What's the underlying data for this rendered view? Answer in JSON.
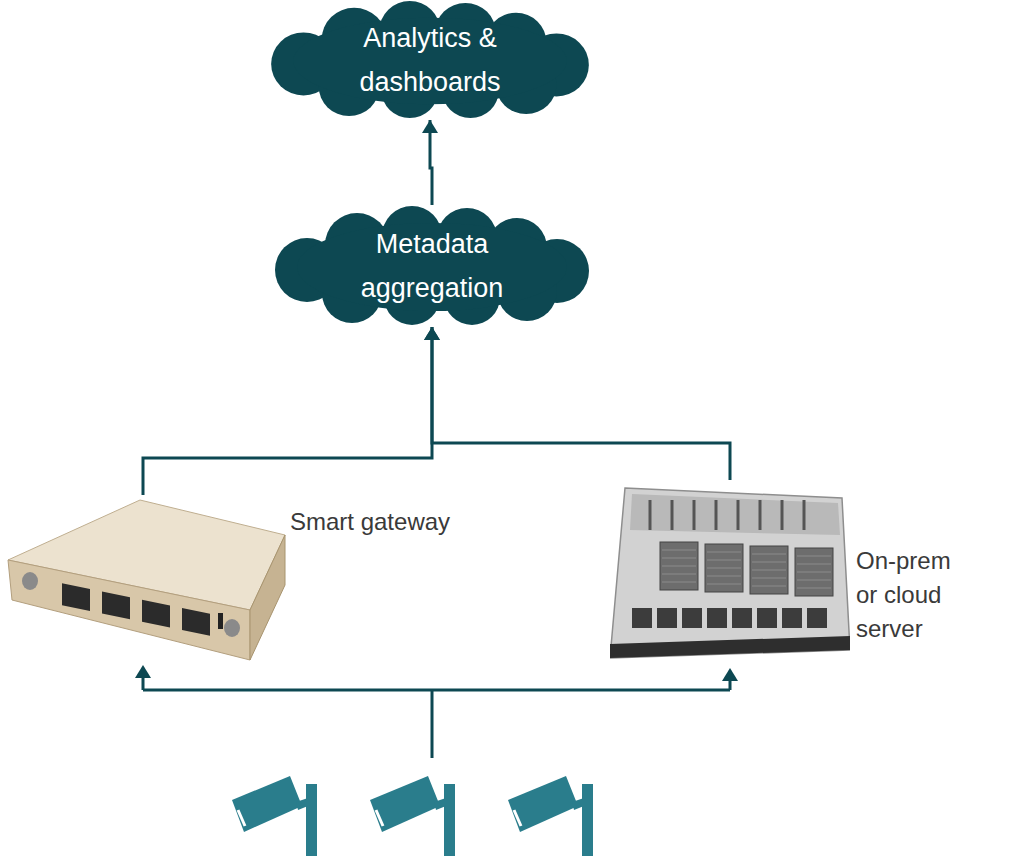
{
  "diagram": {
    "nodes": [
      {
        "text": [
          "Analytics & dashboards"
        ]
      },
      {
        "text": [
          "Metadata aggregation"
        ]
      },
      {
        "text": [
          "Smart gateway"
        ]
      },
      {
        "text": [
          "On-prem or cloud server"
        ]
      }
    ],
    "edges": [
      {
        "from": 1,
        "to": 0,
        "arrow": "to"
      },
      {
        "from": 2,
        "to": 1,
        "arrow": "to"
      },
      {
        "from": 3,
        "to": 1,
        "arrow": "to"
      }
    ]
  }
}
